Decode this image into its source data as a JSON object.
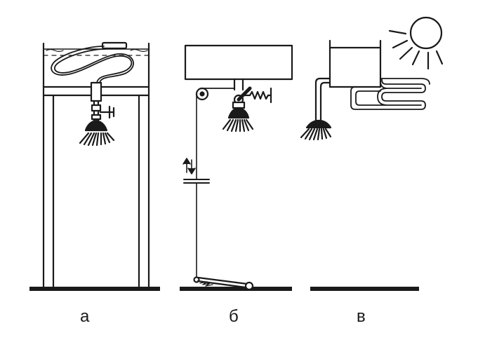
{
  "diagram": {
    "panels": [
      {
        "id": "a",
        "label": "а"
      },
      {
        "id": "b",
        "label": "б"
      },
      {
        "id": "v",
        "label": "в"
      }
    ],
    "colors": {
      "ink": "#1a1a1a",
      "background": "#ffffff"
    }
  }
}
